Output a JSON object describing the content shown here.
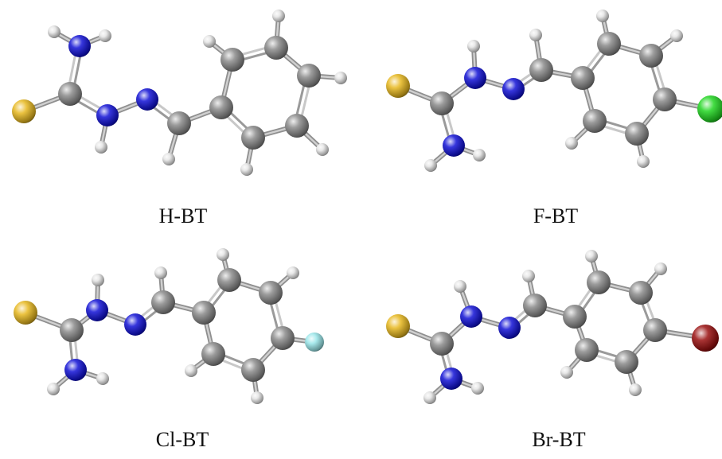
{
  "panels": [
    {
      "label": "H-BT",
      "substituent": "H"
    },
    {
      "label": "F-BT",
      "substituent": "Cl"
    },
    {
      "label": "Cl-BT",
      "substituent": "F"
    },
    {
      "label": "Br-BT",
      "substituent": "Br"
    }
  ],
  "colors": {
    "carbon": "#8a8a8a",
    "hydrogen": "#e4e4e4",
    "nitrogen": "#1212d6",
    "sulfur": "#e8b820",
    "chlorine": "#22d622",
    "fluorine": "#9ae6ea",
    "bromine": "#9a1010",
    "bond": "#b0b0b0"
  }
}
